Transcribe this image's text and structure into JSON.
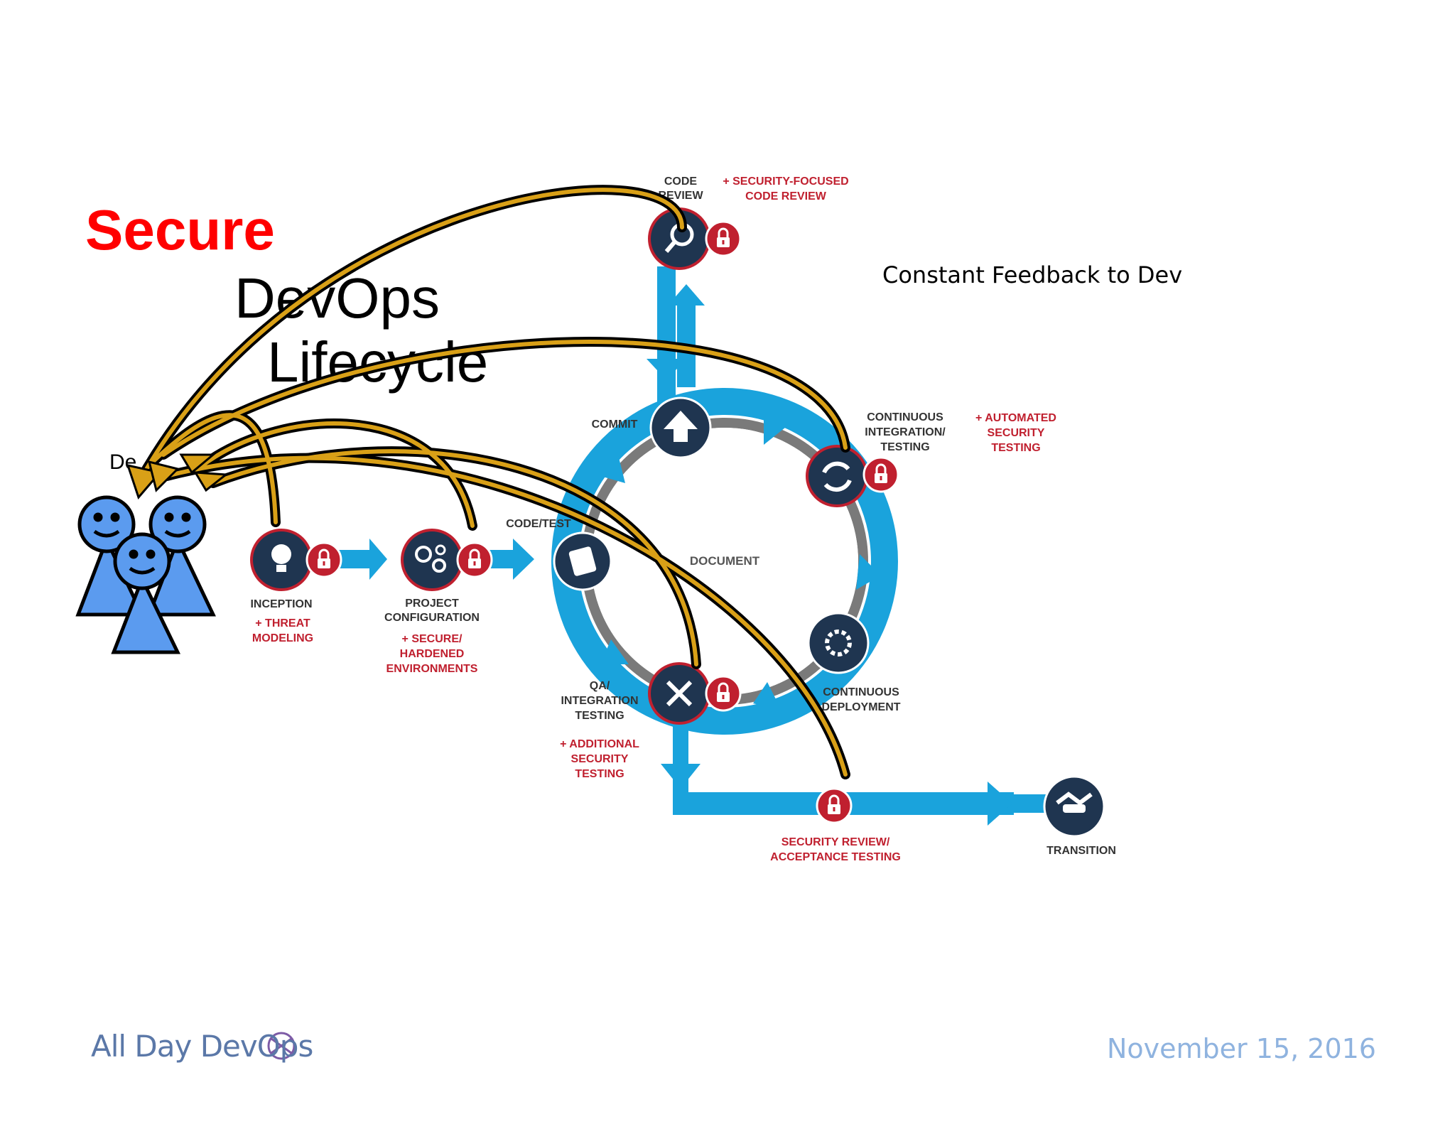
{
  "slide": {
    "title_secure": "Secure",
    "title_devops": "DevOps",
    "title_lifecycle": "Lifecycle",
    "feedback_note": "Constant Feedback to Dev",
    "dev_label_partial": "De",
    "date": "November 15, 2016",
    "logo_text": "All Day DevOps"
  },
  "diagram": {
    "center_label": "DOCUMENT",
    "stages": {
      "inception": {
        "label_1": "INCEPTION",
        "sec_1": "+ THREAT",
        "sec_2": "MODELING"
      },
      "project_config": {
        "label_1": "PROJECT",
        "label_2": "CONFIGURATION",
        "sec_1": "+ SECURE/",
        "sec_2": "HARDENED",
        "sec_3": "ENVIRONMENTS"
      },
      "code_test": {
        "label": "CODE/TEST"
      },
      "commit": {
        "label": "COMMIT"
      },
      "code_review": {
        "label_1": "CODE",
        "label_2": "REVIEW",
        "sec_1": "+ SECURITY-FOCUSED",
        "sec_2": "CODE REVIEW"
      },
      "ci": {
        "label_1": "CONTINUOUS",
        "label_2": "INTEGRATION/",
        "label_3": "TESTING",
        "sec_1": "+ AUTOMATED",
        "sec_2": "SECURITY",
        "sec_3": "TESTING"
      },
      "cd": {
        "label_1": "CONTINUOUS",
        "label_2": "DEPLOYMENT"
      },
      "qa": {
        "label_1": "QA/",
        "label_2": "INTEGRATION",
        "label_3": "TESTING",
        "sec_1": "+ ADDITIONAL",
        "sec_2": "SECURITY",
        "sec_3": "TESTING"
      },
      "security_review": {
        "label_1": "SECURITY REVIEW/",
        "label_2": "ACCEPTANCE TESTING"
      },
      "transition": {
        "label": "TRANSITION"
      }
    }
  },
  "colors": {
    "flow_blue": "#1aa3dc",
    "node_navy": "#1f3550",
    "lock_red": "#c0202f",
    "security_text_red": "#c0202f",
    "ring_gray": "#7a7a7a",
    "feedback_gold": "#d9a017",
    "people_blue": "#5b9bef"
  },
  "icons": [
    "lightbulb-icon",
    "gears-icon",
    "scroll-icon",
    "upload-icon",
    "magnifier-icon",
    "sync-icon",
    "gear-sync-icon",
    "tools-icon",
    "lock-icon",
    "handshake-icon",
    "person-icon"
  ]
}
